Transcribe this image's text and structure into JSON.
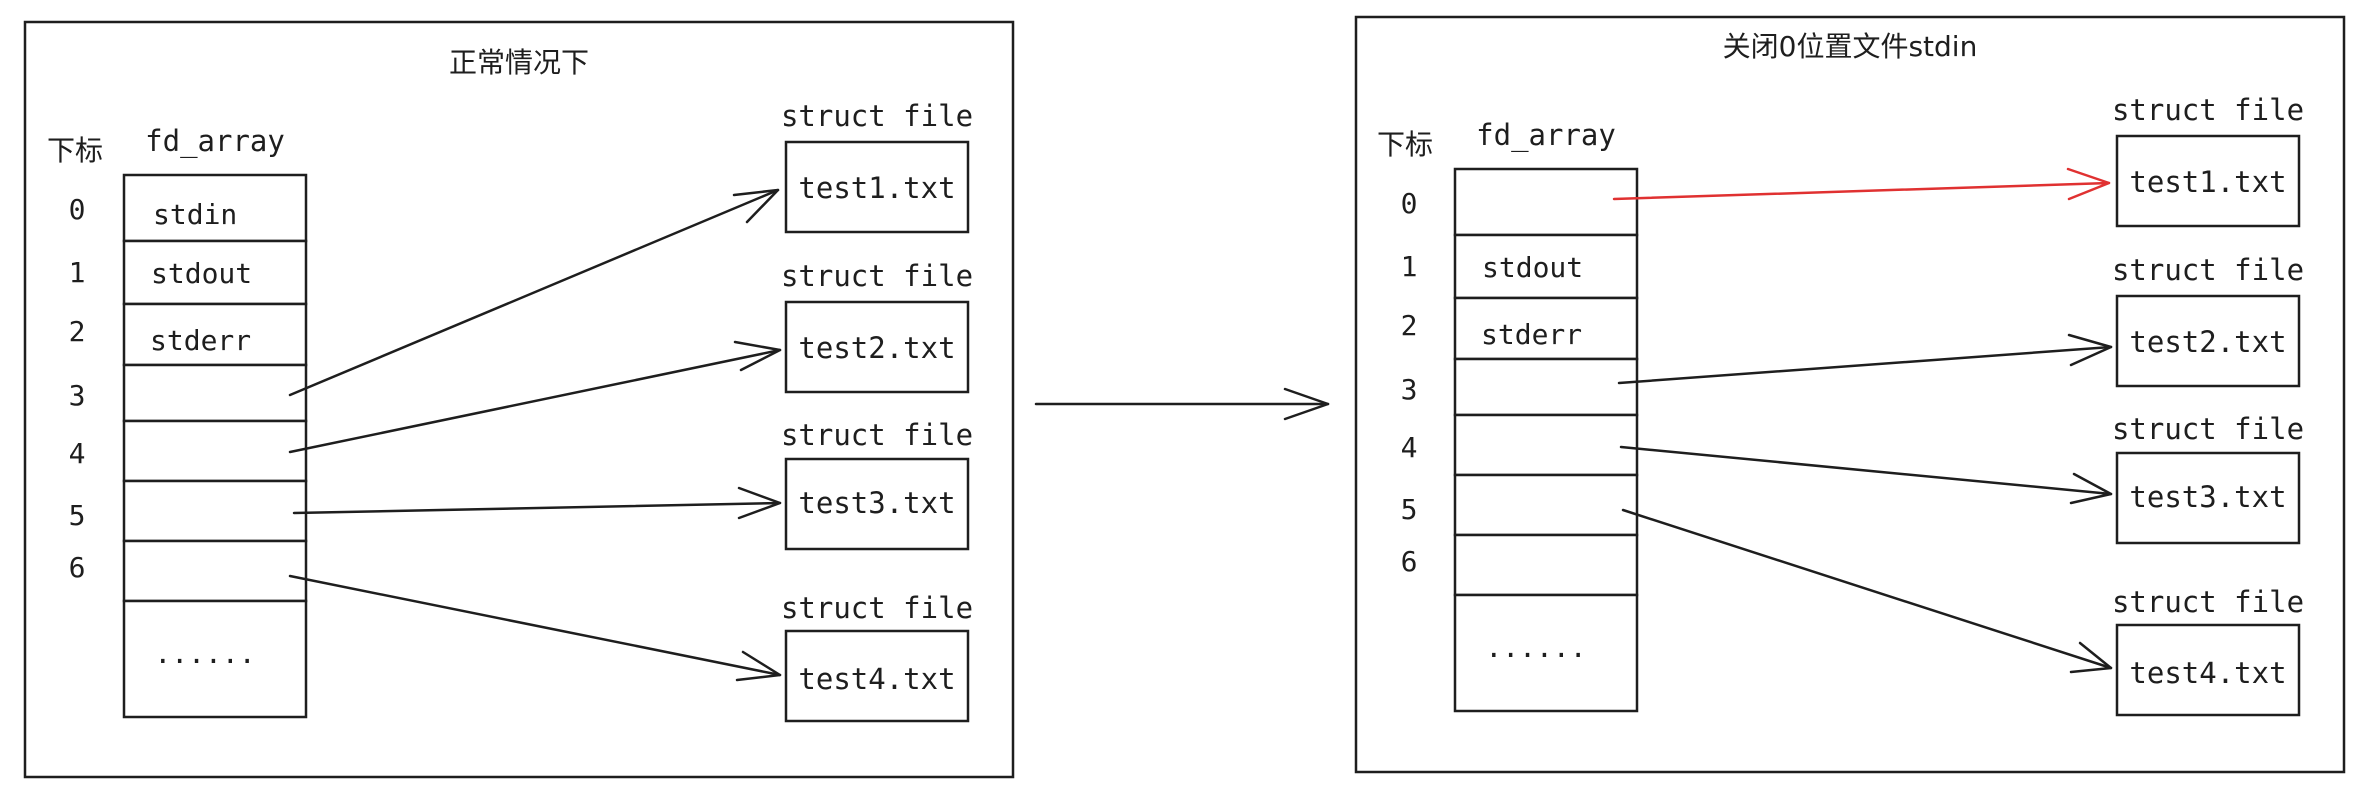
{
  "colors": {
    "stroke": "#1e1e1e",
    "highlight_arrow": "#e03131",
    "background": "#ffffff"
  },
  "left_panel": {
    "title": "正常情况下",
    "index_header": "下标",
    "array_header": "fd_array",
    "indices": [
      "0",
      "1",
      "2",
      "3",
      "4",
      "5",
      "6"
    ],
    "cells": [
      "stdin",
      "stdout",
      "stderr",
      "",
      "",
      "",
      "",
      "......"
    ],
    "struct_label": "struct file",
    "files": [
      "test1.txt",
      "test2.txt",
      "test3.txt",
      "test4.txt"
    ]
  },
  "right_panel": {
    "title": "关闭0位置文件stdin",
    "index_header": "下标",
    "array_header": "fd_array",
    "indices": [
      "0",
      "1",
      "2",
      "3",
      "4",
      "5",
      "6"
    ],
    "cells": [
      "",
      "stdout",
      "stderr",
      "",
      "",
      "",
      "",
      "......"
    ],
    "struct_label": "struct file",
    "files": [
      "test1.txt",
      "test2.txt",
      "test3.txt",
      "test4.txt"
    ]
  }
}
